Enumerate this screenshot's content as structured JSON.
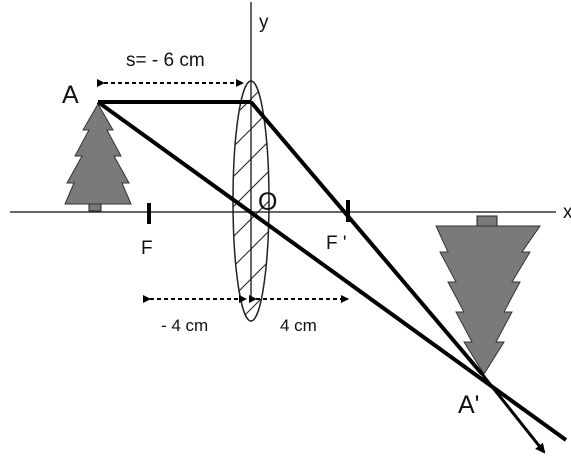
{
  "diagram": {
    "axis_y_label": "y",
    "axis_x_label": "x",
    "object_label": "A",
    "image_label": "A'",
    "center_label": "O",
    "focal_left_label": "F",
    "focal_right_label": "F '",
    "object_distance_label": "s= - 6 cm",
    "focal_left_distance_label": "- 4 cm",
    "focal_right_distance_label": "4 cm"
  },
  "colors": {
    "tree_fill": "#7a7a7a",
    "trunk_fill": "#7a7a7a",
    "ray_color": "#000000",
    "axis_color": "#333333"
  }
}
